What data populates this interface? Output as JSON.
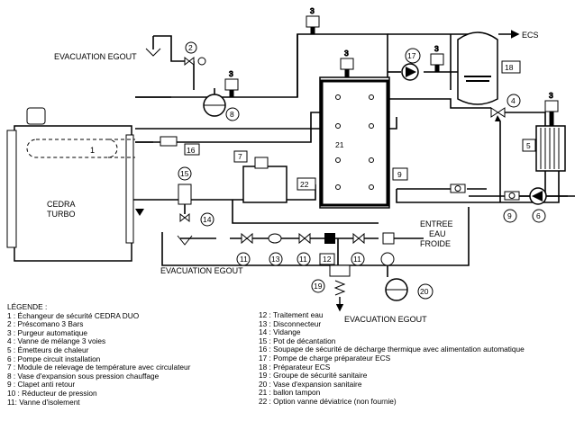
{
  "labels": {
    "evac_top": "EVACUATION EGOUT",
    "evac_mid": "EVACUATION EGOUT",
    "evac_bottom": "EVACUATION EGOUT",
    "boiler_line1": "CEDRA",
    "boiler_line2": "TURBO",
    "boiler_num": "1",
    "ecs": "ECS",
    "entree_line1": "ENTREE",
    "entree_line2": "EAU",
    "entree_line3": "FROIDE"
  },
  "tags": {
    "n2": "2",
    "n3": "3",
    "n4": "4",
    "n5": "5",
    "n6": "6",
    "n7": "7",
    "n8": "8",
    "n9": "9",
    "n11": "11",
    "n12": "12",
    "n13": "13",
    "n14": "14",
    "n15": "15",
    "n16": "16",
    "n17": "17",
    "n18": "18",
    "n19": "19",
    "n20": "20",
    "n21": "21",
    "n22": "22"
  },
  "legend": {
    "title": "LÉGENDE :",
    "left": [
      "1 : Échangeur de sécurité CEDRA DUO",
      "2 : Préscomano 3 Bars",
      "3 : Purgeur automatique",
      "4 : Vanne de mélange 3 voies",
      "5 : Émetteurs de chaleur",
      "6 : Pompe circuit installation",
      "7 : Module de relevage de température avec circulateur",
      "8 : Vase d'expansion sous pression chauffage",
      "9 : Clapet anti retour",
      "10 : Réducteur de pression",
      "11: Vanne d'isolement"
    ],
    "right": [
      "12 : Traitement eau",
      "13 : Disconnecteur",
      "14 : Vidange",
      "15 : Pot de décantation",
      "16 : Soupape de sécurité de décharge thermique avec alimentation automatique",
      "17 : Pompe de charge préparateur ECS",
      "18 : Préparateur ECS",
      "19 : Groupe de sécurité sanitaire",
      "20 : Vase d'expansion sanitaire",
      "21 : ballon tampon",
      "22 : Option vanne déviatrice (non fournie)"
    ]
  }
}
